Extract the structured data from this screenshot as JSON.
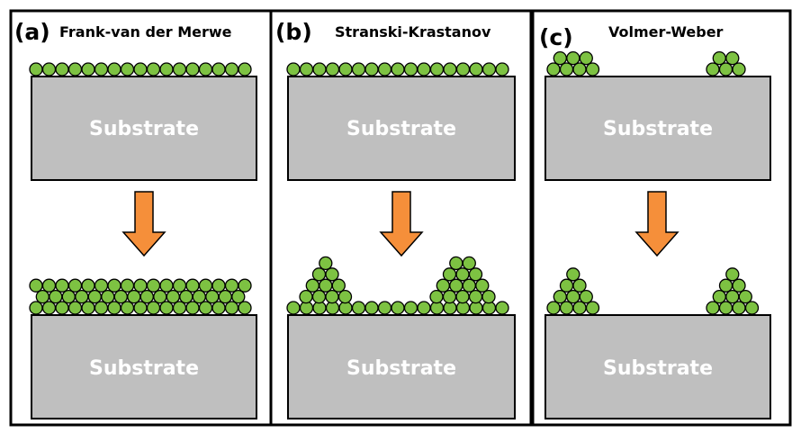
{
  "colors": {
    "atom": "#7dc242",
    "substrate": "#bfbfbf",
    "arrow": "#f58f3a"
  },
  "panels": [
    {
      "letter": "(a)",
      "title": "Frank-van der Merwe",
      "substrate_label": "Substrate",
      "after_substrate_label": "Substrate"
    },
    {
      "letter": "(b)",
      "title": "Stranski-Krastanov",
      "substrate_label": "Substrate",
      "after_substrate_label": "Substrate"
    },
    {
      "letter": "(c)",
      "title": "Volmer-Weber",
      "substrate_label": "Substrate",
      "after_substrate_label": "Substrate"
    }
  ]
}
